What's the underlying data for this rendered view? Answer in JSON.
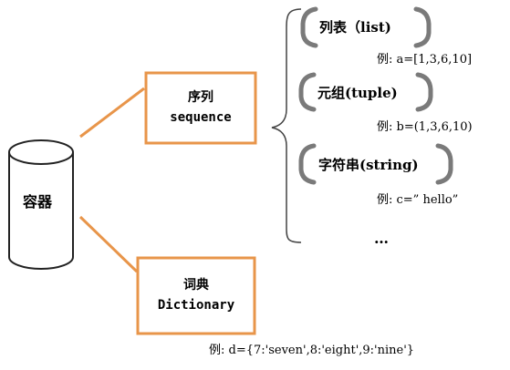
{
  "container": {
    "label": "容器"
  },
  "sequence": {
    "title": "序列",
    "subtitle": "sequence"
  },
  "dictionary": {
    "title": "词典",
    "subtitle": "Dictionary",
    "example": "例: d={7:'seven',8:'eight',9:'nine'}"
  },
  "list_types": [
    {
      "label": "列表（list)",
      "example": "例: a=[1,3,6,10]"
    },
    {
      "label": "元组(tuple)",
      "example": "例: b=(1,3,6,10)"
    },
    {
      "label": "字符串(string)",
      "example": "例: c=” hello”"
    }
  ],
  "ellipsis": "…",
  "colors": {
    "accent_orange": "#e8954a",
    "bracket_gray": "#7a7a7a",
    "brace_dark": "#444444",
    "outline": "#222222"
  }
}
